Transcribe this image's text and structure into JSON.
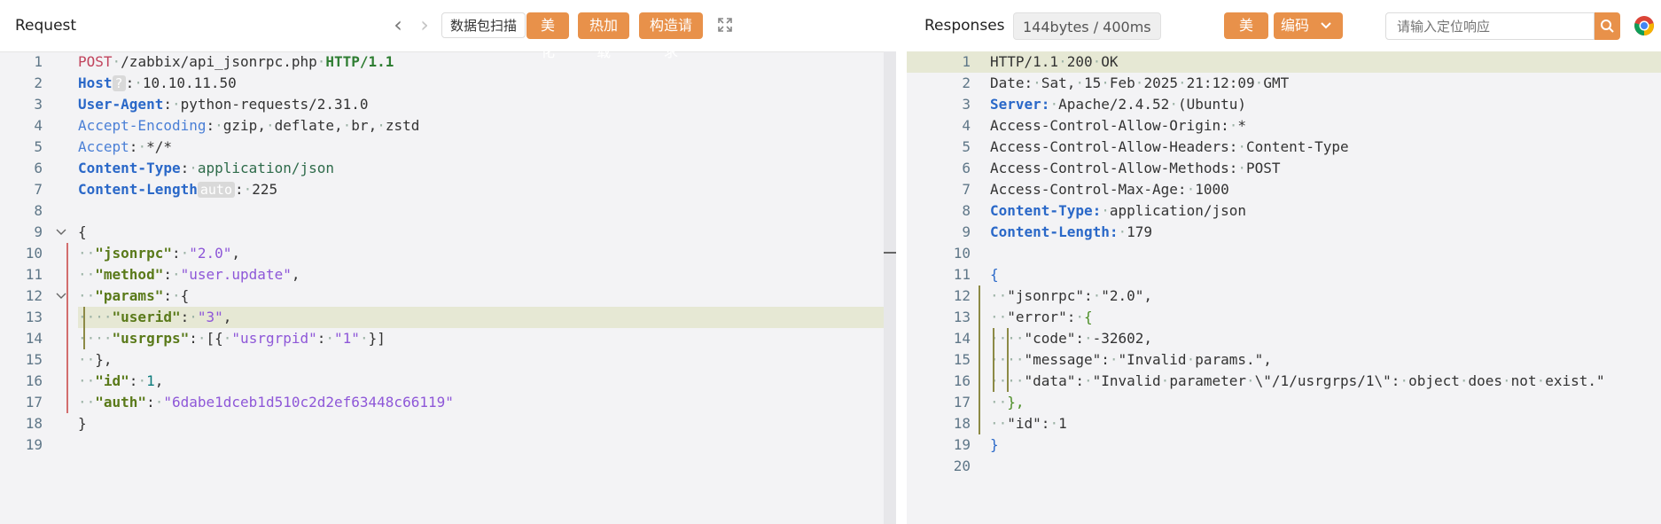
{
  "request": {
    "title": "Request",
    "buttons": {
      "scan": "数据包扫描",
      "beautify": "美化",
      "hot_load": "热加载",
      "build_request": "构造请求"
    },
    "lines": [
      {
        "n": "1",
        "parts": [
          [
            "c-method",
            "POST"
          ],
          [
            "dot",
            "·"
          ],
          [
            "c-plain",
            "/zabbix/api_jsonrpc.php"
          ],
          [
            "dot",
            "·"
          ],
          [
            "c-proto",
            "HTTP/1.1"
          ]
        ]
      },
      {
        "n": "2",
        "parts": [
          [
            "c-key",
            "Host"
          ],
          [
            "pill",
            "?"
          ],
          [
            "c-plain",
            ":"
          ],
          [
            "dot",
            "·"
          ],
          [
            "c-plain",
            "10.10.11.50"
          ]
        ]
      },
      {
        "n": "3",
        "parts": [
          [
            "c-key",
            "User-Agent"
          ],
          [
            "c-plain",
            ":"
          ],
          [
            "dot",
            "·"
          ],
          [
            "c-plain",
            "python-requests/2.31.0"
          ]
        ]
      },
      {
        "n": "4",
        "parts": [
          [
            "c-key2",
            "Accept-Encoding"
          ],
          [
            "c-plain",
            ":"
          ],
          [
            "dot",
            "·"
          ],
          [
            "c-plain",
            "gzip,"
          ],
          [
            "dot",
            "·"
          ],
          [
            "c-plain",
            "deflate,"
          ],
          [
            "dot",
            "·"
          ],
          [
            "c-plain",
            "br,"
          ],
          [
            "dot",
            "·"
          ],
          [
            "c-plain",
            "zstd"
          ]
        ]
      },
      {
        "n": "5",
        "parts": [
          [
            "c-key2",
            "Accept"
          ],
          [
            "c-plain",
            ":"
          ],
          [
            "dot",
            "·"
          ],
          [
            "c-plain",
            "*/*"
          ]
        ]
      },
      {
        "n": "6",
        "parts": [
          [
            "c-key",
            "Content-Type"
          ],
          [
            "c-plain",
            ":"
          ],
          [
            "dot",
            "·"
          ],
          [
            "c-green",
            "application/json"
          ]
        ]
      },
      {
        "n": "7",
        "parts": [
          [
            "c-key",
            "Content-Length"
          ],
          [
            "pill",
            "auto"
          ],
          [
            "c-plain",
            ":"
          ],
          [
            "dot",
            "·"
          ],
          [
            "c-plain",
            "225"
          ]
        ]
      },
      {
        "n": "8",
        "parts": []
      },
      {
        "n": "9",
        "parts": [
          [
            "c-brace",
            "{"
          ]
        ]
      },
      {
        "n": "10",
        "parts": [
          [
            "dot",
            "··"
          ],
          [
            "c-json-key",
            "\"jsonrpc\""
          ],
          [
            "c-plain",
            ":"
          ],
          [
            "dot",
            "·"
          ],
          [
            "c-json-str",
            "\"2.0\""
          ],
          [
            "c-plain",
            ","
          ]
        ]
      },
      {
        "n": "11",
        "parts": [
          [
            "dot",
            "··"
          ],
          [
            "c-json-key",
            "\"method\""
          ],
          [
            "c-plain",
            ":"
          ],
          [
            "dot",
            "·"
          ],
          [
            "c-json-str",
            "\"user.update\""
          ],
          [
            "c-plain",
            ","
          ]
        ]
      },
      {
        "n": "12",
        "parts": [
          [
            "dot",
            "··"
          ],
          [
            "c-json-key",
            "\"params\""
          ],
          [
            "c-plain",
            ":"
          ],
          [
            "dot",
            "·"
          ],
          [
            "c-brace",
            "{"
          ]
        ]
      },
      {
        "n": "13",
        "parts": [
          [
            "dot",
            "····"
          ],
          [
            "c-json-key",
            "\"userid\""
          ],
          [
            "c-plain",
            ":"
          ],
          [
            "dot",
            "·"
          ],
          [
            "c-json-str",
            "\"3\""
          ],
          [
            "c-plain",
            ","
          ]
        ]
      },
      {
        "n": "14",
        "parts": [
          [
            "dot",
            "····"
          ],
          [
            "c-json-key",
            "\"usrgrps\""
          ],
          [
            "c-plain",
            ":"
          ],
          [
            "dot",
            "·"
          ],
          [
            "c-plain",
            "[{"
          ],
          [
            "dot",
            "·"
          ],
          [
            "c-json-str",
            "\"usrgrpid\""
          ],
          [
            "c-plain",
            ":"
          ],
          [
            "dot",
            "·"
          ],
          [
            "c-json-str",
            "\"1\""
          ],
          [
            "dot",
            "·"
          ],
          [
            "c-plain",
            "}]"
          ]
        ]
      },
      {
        "n": "15",
        "parts": [
          [
            "dot",
            "··"
          ],
          [
            "c-plain",
            "},"
          ]
        ]
      },
      {
        "n": "16",
        "parts": [
          [
            "dot",
            "··"
          ],
          [
            "c-json-key",
            "\"id\""
          ],
          [
            "c-plain",
            ":"
          ],
          [
            "dot",
            "·"
          ],
          [
            "c-json-num",
            "1"
          ],
          [
            "c-plain",
            ","
          ]
        ]
      },
      {
        "n": "17",
        "parts": [
          [
            "dot",
            "··"
          ],
          [
            "c-json-key",
            "\"auth\""
          ],
          [
            "c-plain",
            ":"
          ],
          [
            "dot",
            "·"
          ],
          [
            "c-json-str",
            "\"6dabe1dceb1d510c2d2ef63448c66119\""
          ]
        ]
      },
      {
        "n": "18",
        "parts": [
          [
            "c-brace",
            "}"
          ]
        ]
      },
      {
        "n": "19",
        "parts": []
      }
    ]
  },
  "response": {
    "title": "Responses",
    "stats": "144bytes / 400ms",
    "buttons": {
      "beautify": "美化",
      "encoding": "编码"
    },
    "search_placeholder": "请输入定位响应",
    "lines": [
      {
        "n": "1",
        "parts": [
          [
            "c-plain",
            "HTTP/1.1"
          ],
          [
            "dot",
            "·"
          ],
          [
            "c-plain",
            "200"
          ],
          [
            "dot",
            "·"
          ],
          [
            "c-plain",
            "OK"
          ]
        ]
      },
      {
        "n": "2",
        "parts": [
          [
            "c-plain",
            "Date:"
          ],
          [
            "dot",
            "·"
          ],
          [
            "c-plain",
            "Sat,"
          ],
          [
            "dot",
            "·"
          ],
          [
            "c-plain",
            "15"
          ],
          [
            "dot",
            "·"
          ],
          [
            "c-plain",
            "Feb"
          ],
          [
            "dot",
            "·"
          ],
          [
            "c-plain",
            "2025"
          ],
          [
            "dot",
            "·"
          ],
          [
            "c-plain",
            "21:12:09"
          ],
          [
            "dot",
            "·"
          ],
          [
            "c-plain",
            "GMT"
          ]
        ]
      },
      {
        "n": "3",
        "parts": [
          [
            "c-key",
            "Server:"
          ],
          [
            "dot",
            "·"
          ],
          [
            "c-plain",
            "Apache/2.4.52"
          ],
          [
            "dot",
            "·"
          ],
          [
            "c-plain",
            "(Ubuntu)"
          ]
        ]
      },
      {
        "n": "4",
        "parts": [
          [
            "c-plain",
            "Access-Control-Allow-Origin:"
          ],
          [
            "dot",
            "·"
          ],
          [
            "c-plain",
            "*"
          ]
        ]
      },
      {
        "n": "5",
        "parts": [
          [
            "c-plain",
            "Access-Control-Allow-Headers:"
          ],
          [
            "dot",
            "·"
          ],
          [
            "c-plain",
            "Content-Type"
          ]
        ]
      },
      {
        "n": "6",
        "parts": [
          [
            "c-plain",
            "Access-Control-Allow-Methods:"
          ],
          [
            "dot",
            "·"
          ],
          [
            "c-plain",
            "POST"
          ]
        ]
      },
      {
        "n": "7",
        "parts": [
          [
            "c-plain",
            "Access-Control-Max-Age:"
          ],
          [
            "dot",
            "·"
          ],
          [
            "c-plain",
            "1000"
          ]
        ]
      },
      {
        "n": "8",
        "parts": [
          [
            "c-key",
            "Content-Type:"
          ],
          [
            "dot",
            "·"
          ],
          [
            "c-plain",
            "application/json"
          ]
        ]
      },
      {
        "n": "9",
        "parts": [
          [
            "c-key",
            "Content-Length:"
          ],
          [
            "dot",
            "·"
          ],
          [
            "c-plain",
            "179"
          ]
        ]
      },
      {
        "n": "10",
        "parts": []
      },
      {
        "n": "11",
        "parts": [
          [
            "c-brace2",
            "{"
          ]
        ]
      },
      {
        "n": "12",
        "parts": [
          [
            "dot",
            "··"
          ],
          [
            "c-plain",
            "\"jsonrpc\":"
          ],
          [
            "dot",
            "·"
          ],
          [
            "c-plain",
            "\"2.0\","
          ]
        ]
      },
      {
        "n": "13",
        "parts": [
          [
            "dot",
            "··"
          ],
          [
            "c-plain",
            "\"error\":"
          ],
          [
            "dot",
            "·"
          ],
          [
            "c-brace3",
            "{"
          ]
        ]
      },
      {
        "n": "14",
        "parts": [
          [
            "dot",
            "····"
          ],
          [
            "c-plain",
            "\"code\":"
          ],
          [
            "dot",
            "·"
          ],
          [
            "c-plain",
            "-32602,"
          ]
        ]
      },
      {
        "n": "15",
        "parts": [
          [
            "dot",
            "····"
          ],
          [
            "c-plain",
            "\"message\":"
          ],
          [
            "dot",
            "·"
          ],
          [
            "c-plain",
            "\"Invalid"
          ],
          [
            "dot",
            "·"
          ],
          [
            "c-plain",
            "params.\","
          ]
        ]
      },
      {
        "n": "16",
        "parts": [
          [
            "dot",
            "····"
          ],
          [
            "c-plain",
            "\"data\":"
          ],
          [
            "dot",
            "·"
          ],
          [
            "c-plain",
            "\"Invalid"
          ],
          [
            "dot",
            "·"
          ],
          [
            "c-plain",
            "parameter"
          ],
          [
            "dot",
            "·"
          ],
          [
            "c-plain",
            "\\\"/1/usrgrps/1\\\":"
          ],
          [
            "dot",
            "·"
          ],
          [
            "c-plain",
            "object"
          ],
          [
            "dot",
            "·"
          ],
          [
            "c-plain",
            "does"
          ],
          [
            "dot",
            "·"
          ],
          [
            "c-plain",
            "not"
          ],
          [
            "dot",
            "·"
          ],
          [
            "c-plain",
            "exist.\""
          ]
        ]
      },
      {
        "n": "17",
        "parts": [
          [
            "dot",
            "··"
          ],
          [
            "c-brace3",
            "},"
          ]
        ]
      },
      {
        "n": "18",
        "parts": [
          [
            "dot",
            "··"
          ],
          [
            "c-plain",
            "\"id\":"
          ],
          [
            "dot",
            "·"
          ],
          [
            "c-plain",
            "1"
          ]
        ]
      },
      {
        "n": "19",
        "parts": [
          [
            "c-brace2",
            "}"
          ]
        ]
      },
      {
        "n": "20",
        "parts": []
      }
    ]
  },
  "colors": {
    "accent": "#e8914a",
    "pane_bg": "#f3f3f5",
    "current_line": "#e6e8d4"
  },
  "icons": [
    "chevron-left-icon",
    "chevron-right-icon",
    "expand-icon",
    "chevron-down-icon",
    "search-icon",
    "chrome-icon",
    "fold-arrow-icon"
  ]
}
